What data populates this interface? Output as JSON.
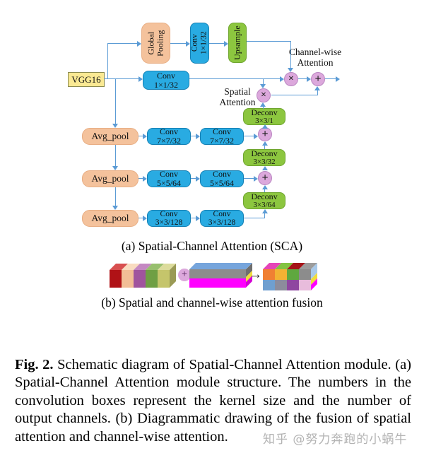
{
  "panel_a": {
    "caption": "(a) Spatial-Channel Attention (SCA)",
    "vgg_label": "VGG16",
    "global_pooling": {
      "l1": "Global",
      "l2": "Pooling"
    },
    "conv_gp": {
      "l1": "Conv",
      "l2": "1×1/32"
    },
    "upsample_label": "Upsample",
    "conv_main": {
      "l1": "Conv",
      "l2": "1×1/32"
    },
    "channel_attention_label": {
      "l1": "Channel-wise",
      "l2": "Attention"
    },
    "spatial_attention_label": {
      "l1": "Spatial",
      "l2": "Attention"
    },
    "avg_pool_labels": [
      "Avg_pool",
      "Avg_pool",
      "Avg_pool"
    ],
    "rows": [
      {
        "conv1": {
          "l1": "Conv",
          "l2": "7×7/32"
        },
        "conv2": {
          "l1": "Conv",
          "l2": "7×7/32"
        }
      },
      {
        "conv1": {
          "l1": "Conv",
          "l2": "5×5/64"
        },
        "conv2": {
          "l1": "Conv",
          "l2": "5×5/64"
        }
      },
      {
        "conv1": {
          "l1": "Conv",
          "l2": "3×3/128"
        },
        "conv2": {
          "l1": "Conv",
          "l2": "3×3/128"
        }
      }
    ],
    "deconvs": [
      {
        "l1": "Deconv",
        "l2": "3×3/1"
      },
      {
        "l1": "Deconv",
        "l2": "3×3/32"
      },
      {
        "l1": "Deconv",
        "l2": "3×3/64"
      }
    ],
    "op_multiply": "×",
    "op_add": "+"
  },
  "panel_b": {
    "caption": "(b) Spatial and channel-wise attention fusion",
    "plus_op": "+",
    "arrow": "→"
  },
  "figure_caption": {
    "label": "Fig. 2.",
    "body": "  Schematic diagram of Spatial-Channel Attention module. (a) Spatial-Channel Attention module structure. The numbers in the convolution boxes represent the kernel size and the number of output channels. (b) Diagrammatic drawing of the fusion of spatial attention and channel-wise attention."
  },
  "watermark": "知乎 @努力奔跑的小蜗牛",
  "colors": {
    "conv_blue": "#29ABE2",
    "deconv_green": "#8CC63F",
    "pool_peach": "#F4C29C",
    "vgg_yellow": "#FAE993",
    "op_circle_plum": "#DCA8DC",
    "line_blue": "#5B9BD5",
    "fusion_left_slabs": [
      "#B01216",
      "#F2BE96",
      "#A0549E",
      "#6F9F44",
      "#C5C56B"
    ],
    "fusion_mid": {
      "top": "#76A5DC",
      "front_upper": "#8C8C8C",
      "front_lower": "#FF00FF",
      "side_yellow": "#F0DC3C"
    },
    "fusion_right_front": [
      [
        "#F08033",
        "#F2B233",
        "#5FA83F",
        "#8C8C8C"
      ],
      [
        "#6F9FD0",
        "#8C8C9C",
        "#8F46A0",
        "#E8BCDC"
      ]
    ],
    "fusion_right_top": [
      "#E544B8",
      "#82C341",
      "#A51418",
      "#9C9C9C"
    ]
  }
}
